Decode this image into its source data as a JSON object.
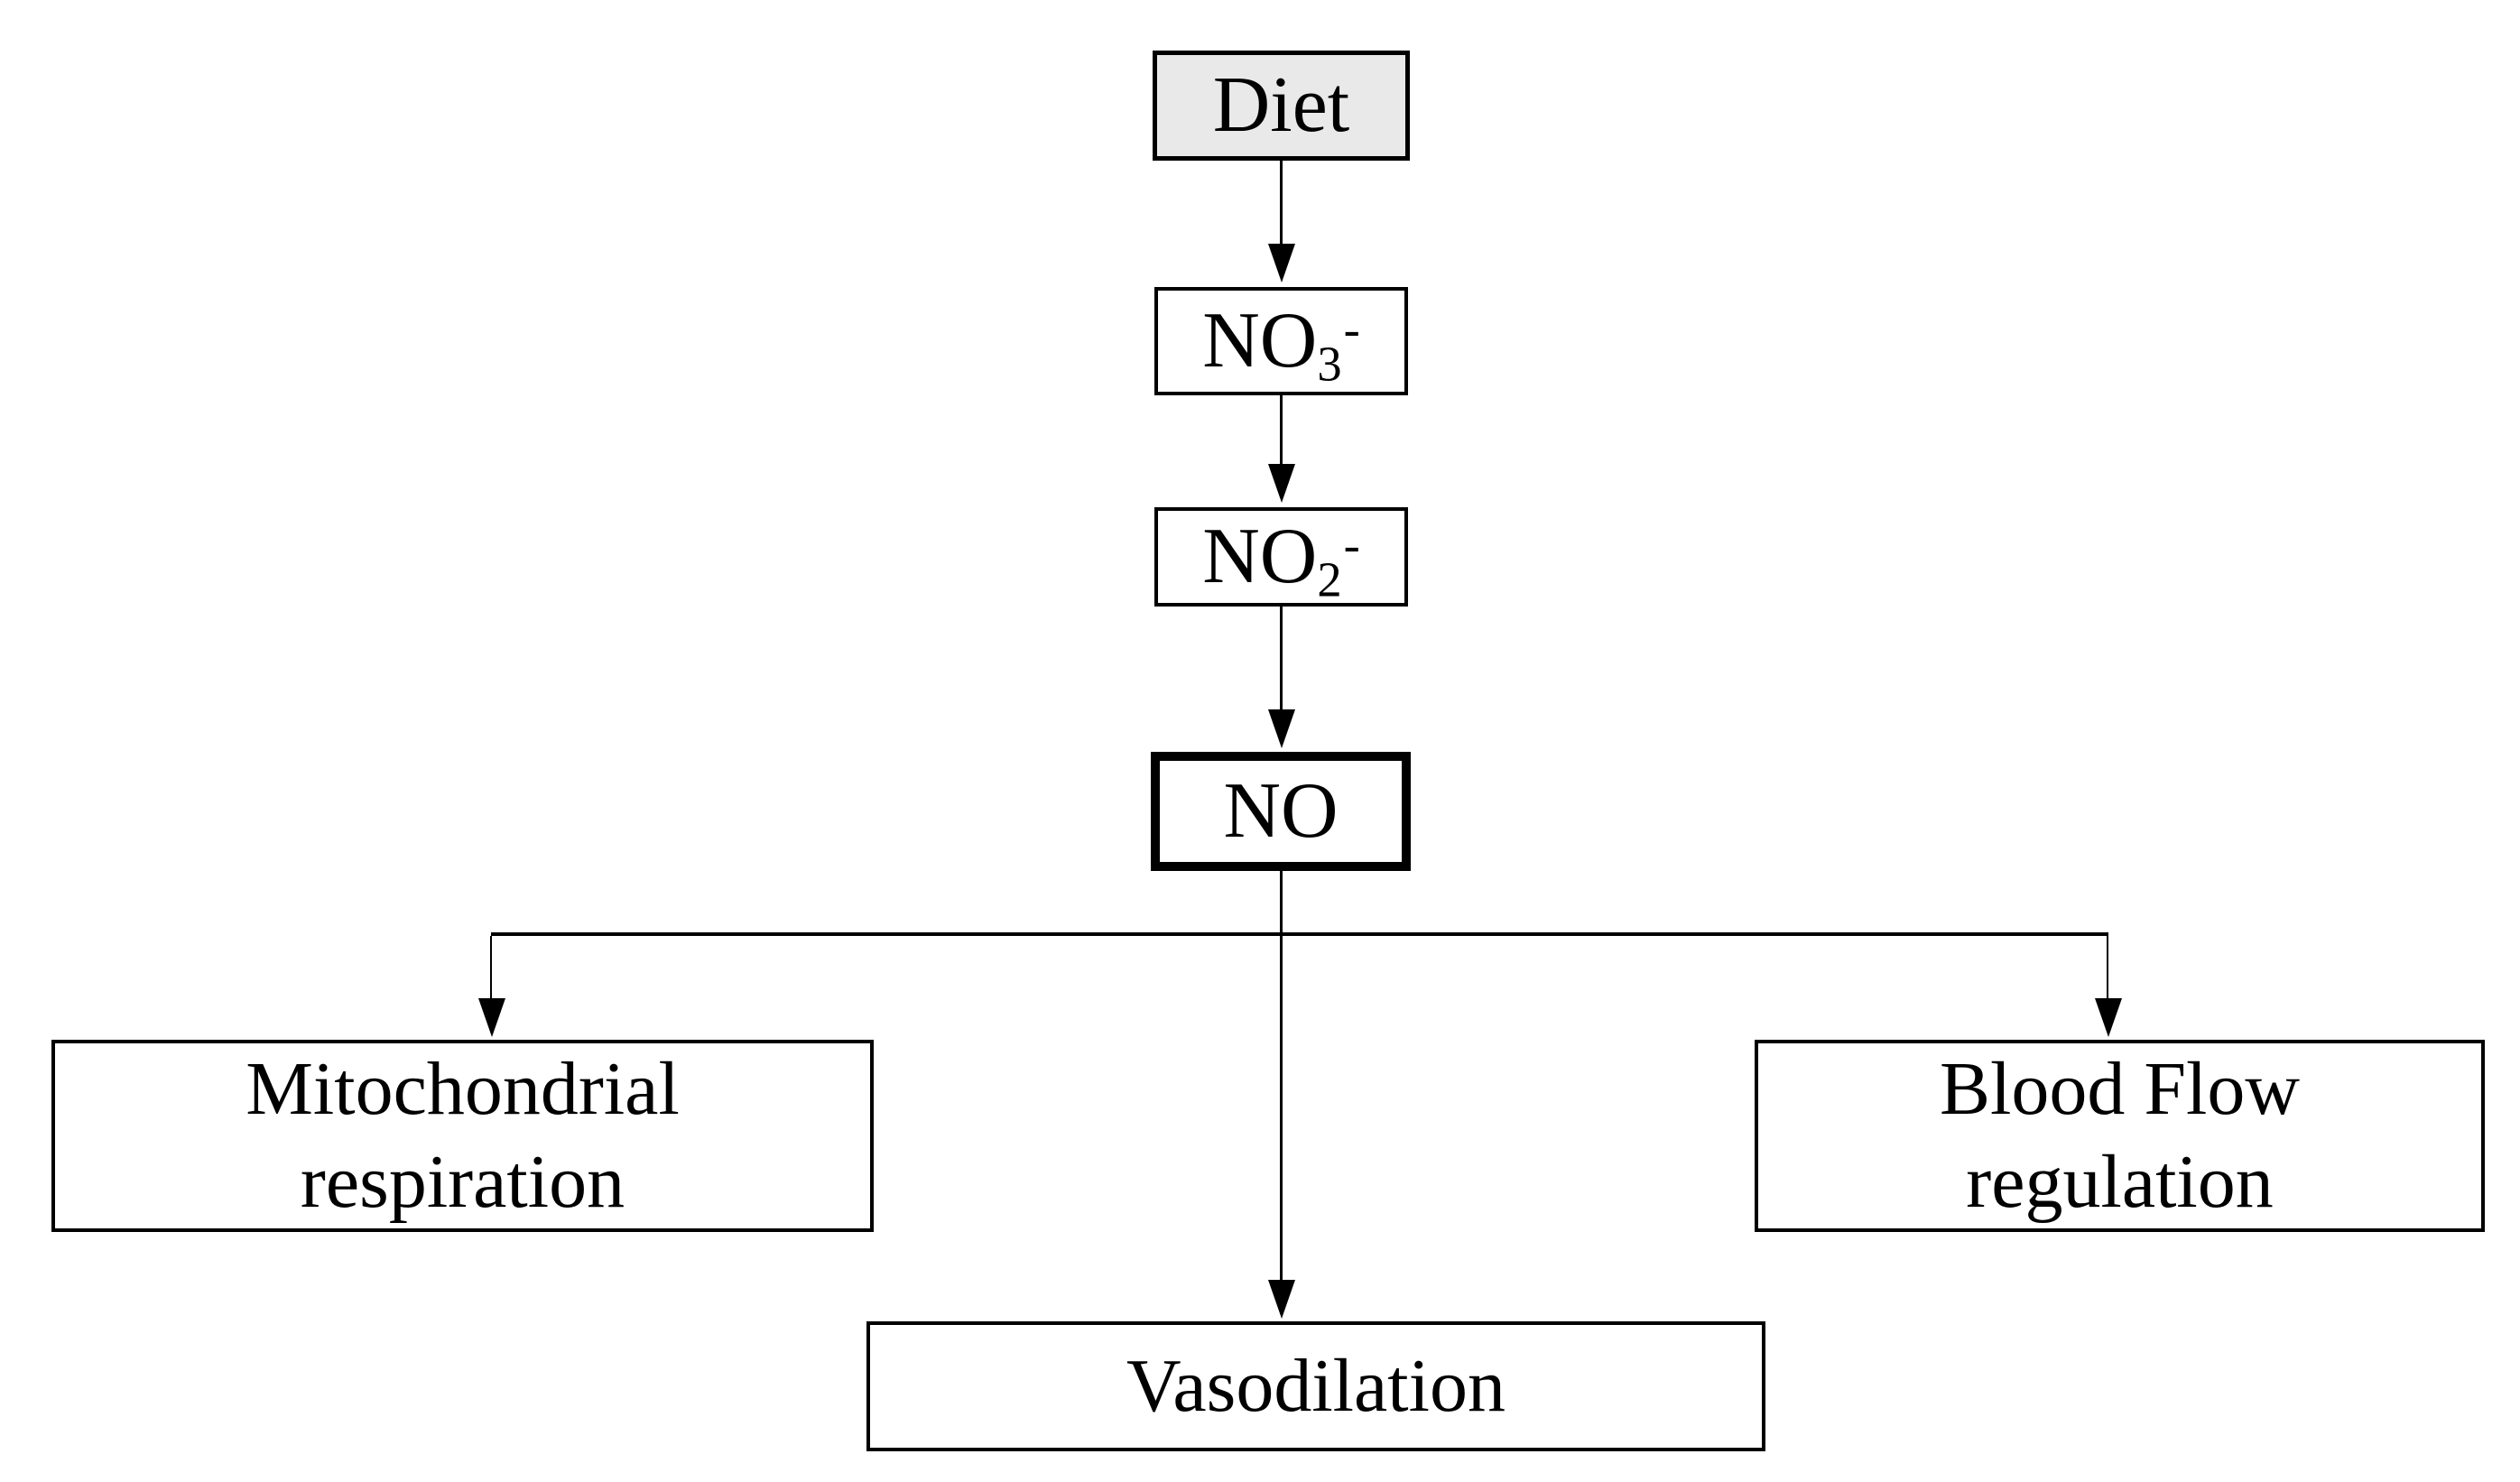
{
  "diagram": {
    "background_color": "#ffffff",
    "line_color": "#000000",
    "nodes": {
      "diet": {
        "label": "Diet",
        "fill": "#e9e9e9"
      },
      "no3": {
        "base": "NO",
        "subscript": "3",
        "superscript": "-"
      },
      "no2": {
        "base": "NO",
        "subscript": "2",
        "superscript": "-"
      },
      "no": {
        "label": "NO"
      },
      "mitochondrial_respiration": {
        "line1": "Mitochondrial",
        "line2": "respiration"
      },
      "vasodilation": {
        "label": "Vasodilation"
      },
      "blood_flow_regulation": {
        "line1": "Blood Flow",
        "line2": "regulation"
      }
    },
    "edges": [
      {
        "from": "Diet",
        "to": "NO3-"
      },
      {
        "from": "NO3-",
        "to": "NO2-"
      },
      {
        "from": "NO2-",
        "to": "NO"
      },
      {
        "from": "NO",
        "to": "Mitochondrial respiration"
      },
      {
        "from": "NO",
        "to": "Vasodilation"
      },
      {
        "from": "NO",
        "to": "Blood Flow regulation"
      }
    ]
  }
}
